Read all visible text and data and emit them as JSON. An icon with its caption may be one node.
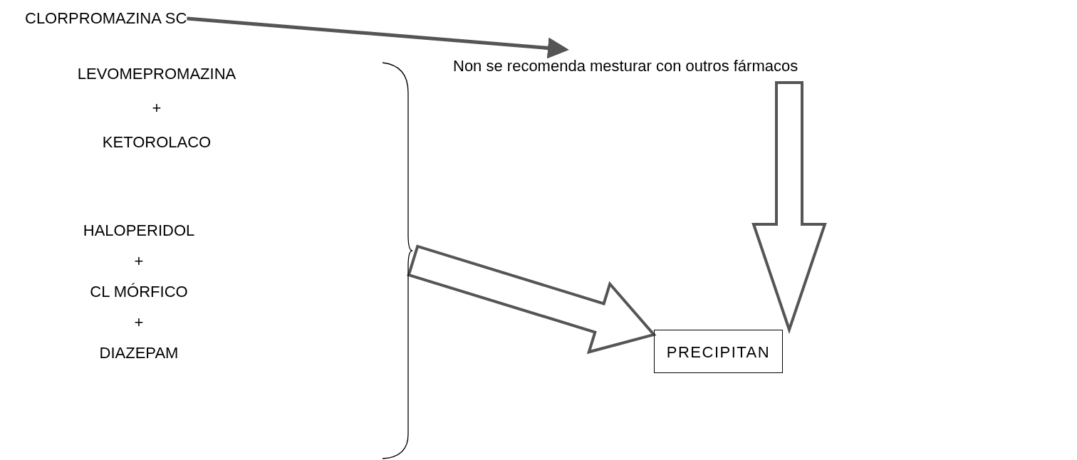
{
  "diagram": {
    "nodes": [
      {
        "text": [
          "CLORPROMAZINA SC"
        ]
      },
      {
        "text": [
          "LEVOMEPROMAZINA + KETOROLACO"
        ]
      },
      {
        "text": [
          "HALOPERIDOL + CL MÓRFICO + DIAZEPAM"
        ]
      },
      {
        "text": [],
        "shape": "brace"
      },
      {
        "text": [
          "Non se recomenda mesturar con outros fármacos"
        ]
      },
      {
        "text": [
          "PRECIPITAN"
        ]
      }
    ],
    "edges": [
      {
        "from": 0,
        "to": 4,
        "arrow": "to"
      },
      {
        "from": 4,
        "to": 5,
        "arrow": "to"
      },
      {
        "from": 3,
        "to": 5,
        "arrow": "to"
      }
    ]
  }
}
